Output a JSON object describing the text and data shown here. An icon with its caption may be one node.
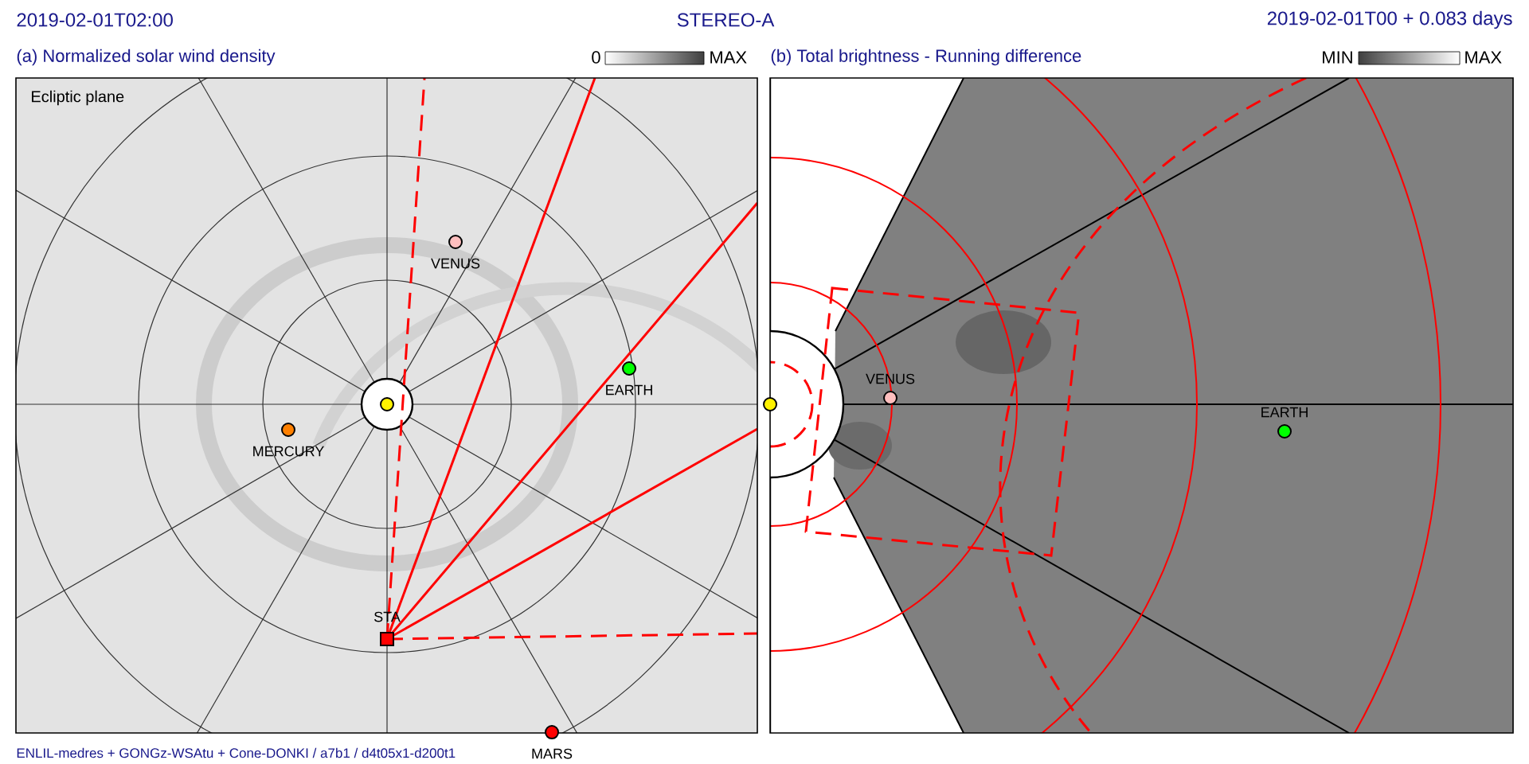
{
  "diagram": {
    "nodes": [
      {
        "text": [],
        "shape": "circle"
      },
      {
        "text": [],
        "shape": "circle",
        "beside": [
          "VENUS"
        ]
      },
      {
        "text": [],
        "shape": "circle",
        "beside": [
          "EARTH"
        ]
      },
      {
        "text": [],
        "shape": "circle",
        "beside": [
          "MERCURY"
        ]
      },
      {
        "text": [],
        "shape": "circle",
        "beside": [
          "MARS"
        ]
      },
      {
        "text": [],
        "shape": "box",
        "beside": [
          "STA"
        ]
      },
      {
        "text": [],
        "shape": "circle"
      },
      {
        "text": [],
        "shape": "circle",
        "beside": [
          "VENUS"
        ]
      },
      {
        "text": [],
        "shape": "circle",
        "beside": [
          "EARTH"
        ]
      }
    ],
    "labels": [
      "2019-02-01T02:00",
      "STEREO-A",
      "2019-02-01T00 +  0.083 days",
      "(a) Normalized solar wind density",
      "0",
      "MAX",
      "(b) Total brightness - Running difference",
      "MIN",
      "MAX",
      "Ecliptic plane",
      "ENLIL-medres + GONGz-WSAtu + Cone-DONKI / a7b1 / d4t05x1-d200t1"
    ]
  }
}
